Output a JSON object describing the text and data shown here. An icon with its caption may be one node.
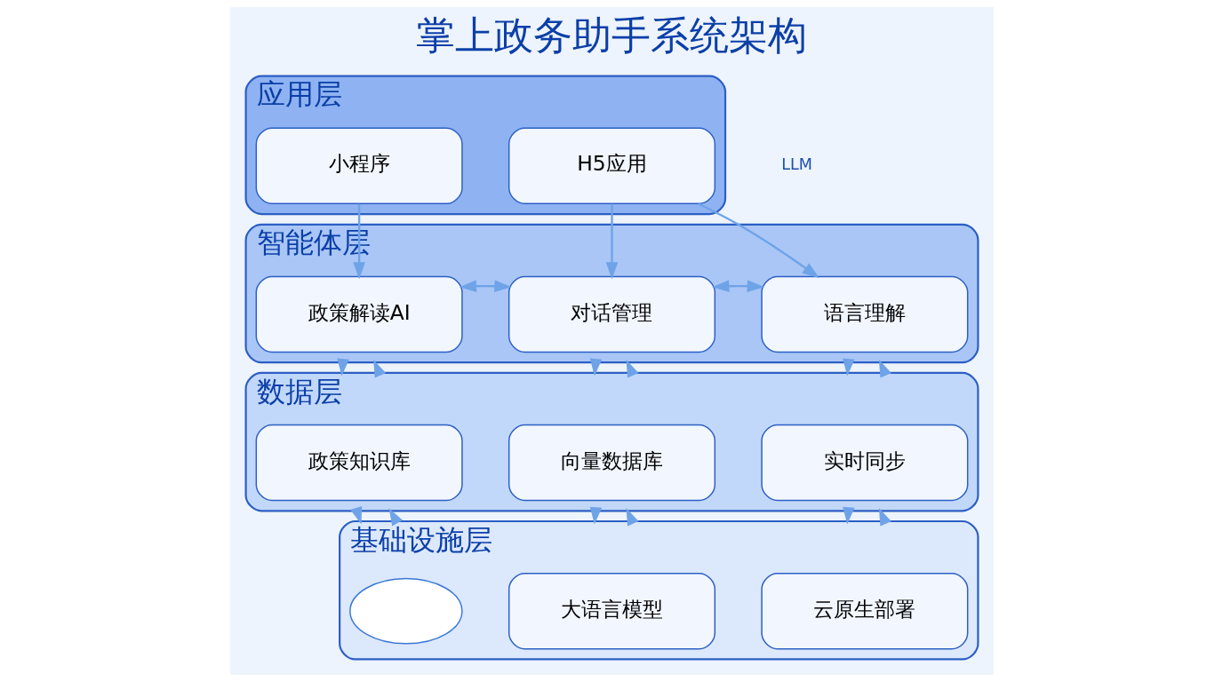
{
  "diagram": {
    "title": "掌上政务助手系统架构",
    "nodes": [
      {
        "text": [
          "应用层"
        ]
      },
      {
        "text": [
          "小程序"
        ],
        "in": 0
      },
      {
        "text": [
          "H5应用"
        ],
        "in": 0
      },
      {
        "text": [
          "智能体层"
        ]
      },
      {
        "text": [
          "政策解读AI"
        ],
        "in": 3
      },
      {
        "text": [
          "对话管理"
        ],
        "in": 3
      },
      {
        "text": [
          "语言理解"
        ],
        "in": 3
      },
      {
        "text": [
          "数据层"
        ]
      },
      {
        "text": [
          "政策知识库"
        ],
        "in": 7
      },
      {
        "text": [
          "向量数据库"
        ],
        "in": 7
      },
      {
        "text": [
          "实时同步"
        ],
        "in": 7
      },
      {
        "text": [
          "基础设施层"
        ]
      },
      {
        "text": [],
        "shape": "cloud",
        "in": 11
      },
      {
        "text": [
          "大语言模型"
        ],
        "in": 11
      },
      {
        "text": [
          "云原生部署"
        ],
        "in": 11
      }
    ],
    "edges": [
      {
        "from": 1,
        "to": 4,
        "arrow": "to"
      },
      {
        "from": 2,
        "to": 5,
        "arrow": "to"
      },
      {
        "from": 2,
        "to": 6,
        "arrow": "to"
      },
      {
        "from": 4,
        "to": 5,
        "arrow": "both"
      },
      {
        "from": 5,
        "to": 6,
        "arrow": "both"
      },
      {
        "from": 3,
        "to": 7,
        "arrow": "to"
      },
      {
        "from": 7,
        "to": 3,
        "arrow": "to"
      },
      {
        "from": 3,
        "to": 7,
        "arrow": "to"
      },
      {
        "from": 7,
        "to": 3,
        "arrow": "to"
      },
      {
        "from": 3,
        "to": 7,
        "arrow": "to"
      },
      {
        "from": 7,
        "to": 3,
        "arrow": "to"
      },
      {
        "from": 7,
        "to": 11,
        "arrow": "to"
      },
      {
        "from": 11,
        "to": 7,
        "arrow": "to"
      },
      {
        "from": 7,
        "to": 11,
        "arrow": "to"
      },
      {
        "from": 11,
        "to": 7,
        "arrow": "to"
      },
      {
        "from": 7,
        "to": 11,
        "arrow": "to"
      },
      {
        "from": 11,
        "to": 7,
        "arrow": "to"
      }
    ],
    "labels": [
      "LLM"
    ]
  }
}
